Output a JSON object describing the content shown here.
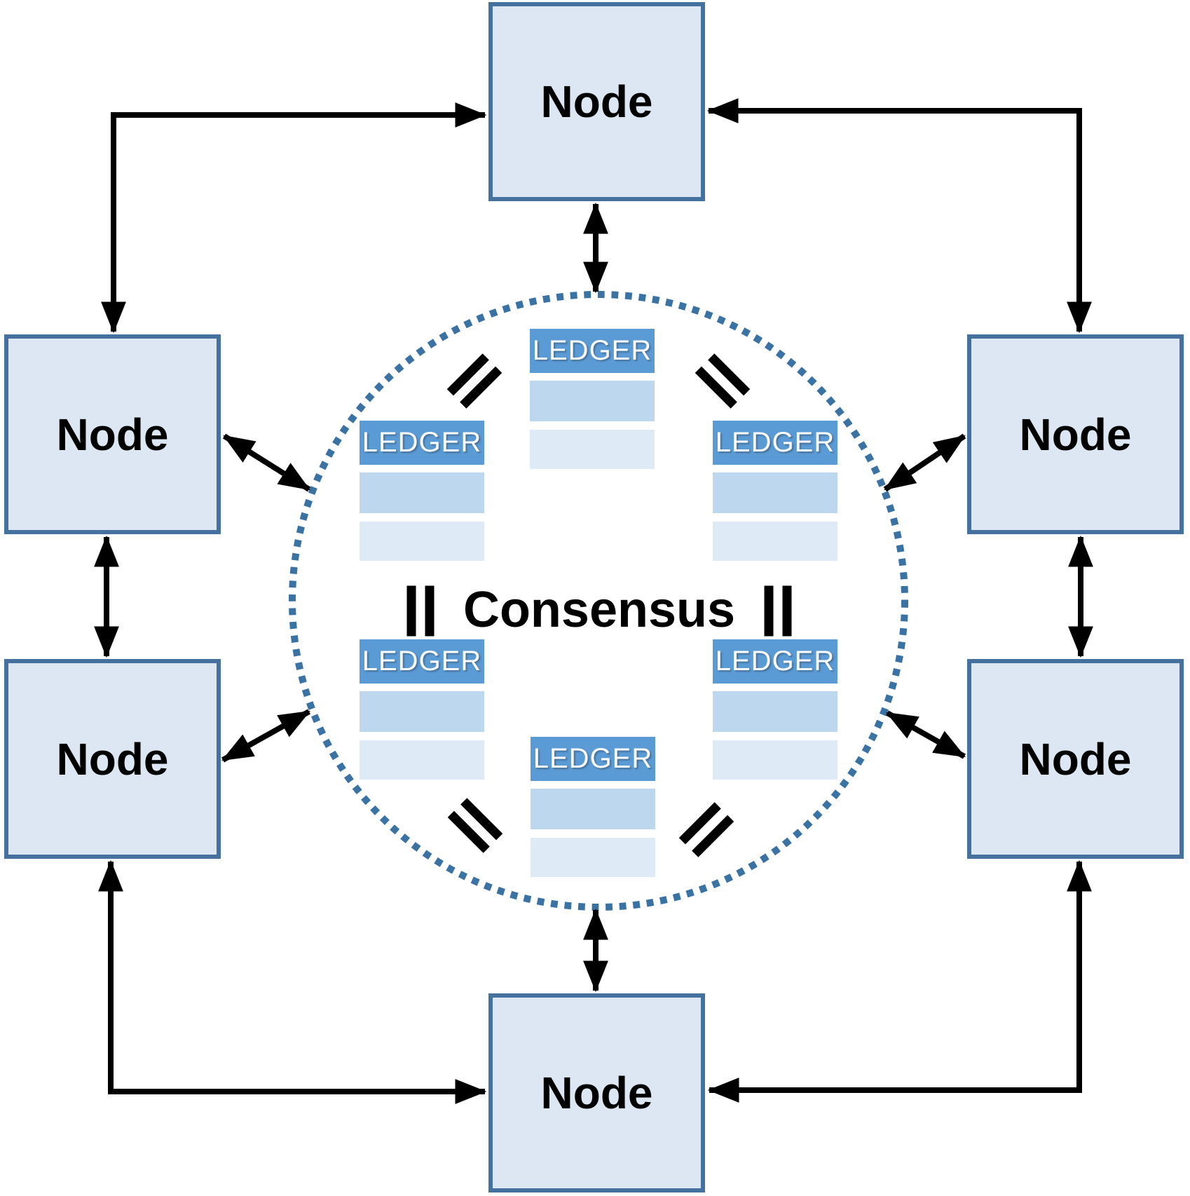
{
  "diagram": {
    "center_label": "Consensus",
    "nodes": [
      {
        "id": "top",
        "label": "Node"
      },
      {
        "id": "left-upper",
        "label": "Node"
      },
      {
        "id": "right-upper",
        "label": "Node"
      },
      {
        "id": "left-lower",
        "label": "Node"
      },
      {
        "id": "right-lower",
        "label": "Node"
      },
      {
        "id": "bottom",
        "label": "Node"
      }
    ],
    "ledgers": [
      {
        "id": "top-center",
        "label": "LEDGER"
      },
      {
        "id": "upper-left",
        "label": "LEDGER"
      },
      {
        "id": "upper-right",
        "label": "LEDGER"
      },
      {
        "id": "lower-left",
        "label": "LEDGER"
      },
      {
        "id": "lower-right",
        "label": "LEDGER"
      },
      {
        "id": "bottom-center",
        "label": "LEDGER"
      }
    ],
    "colors": {
      "node_fill": "#dce7f3",
      "node_border": "#44719e",
      "ledger_header": "#5b9bd5",
      "ledger_row1": "#bdd7ee",
      "ledger_row2": "#deebf7",
      "circle_dots": "#3a72a4",
      "arrow": "#000000"
    }
  }
}
